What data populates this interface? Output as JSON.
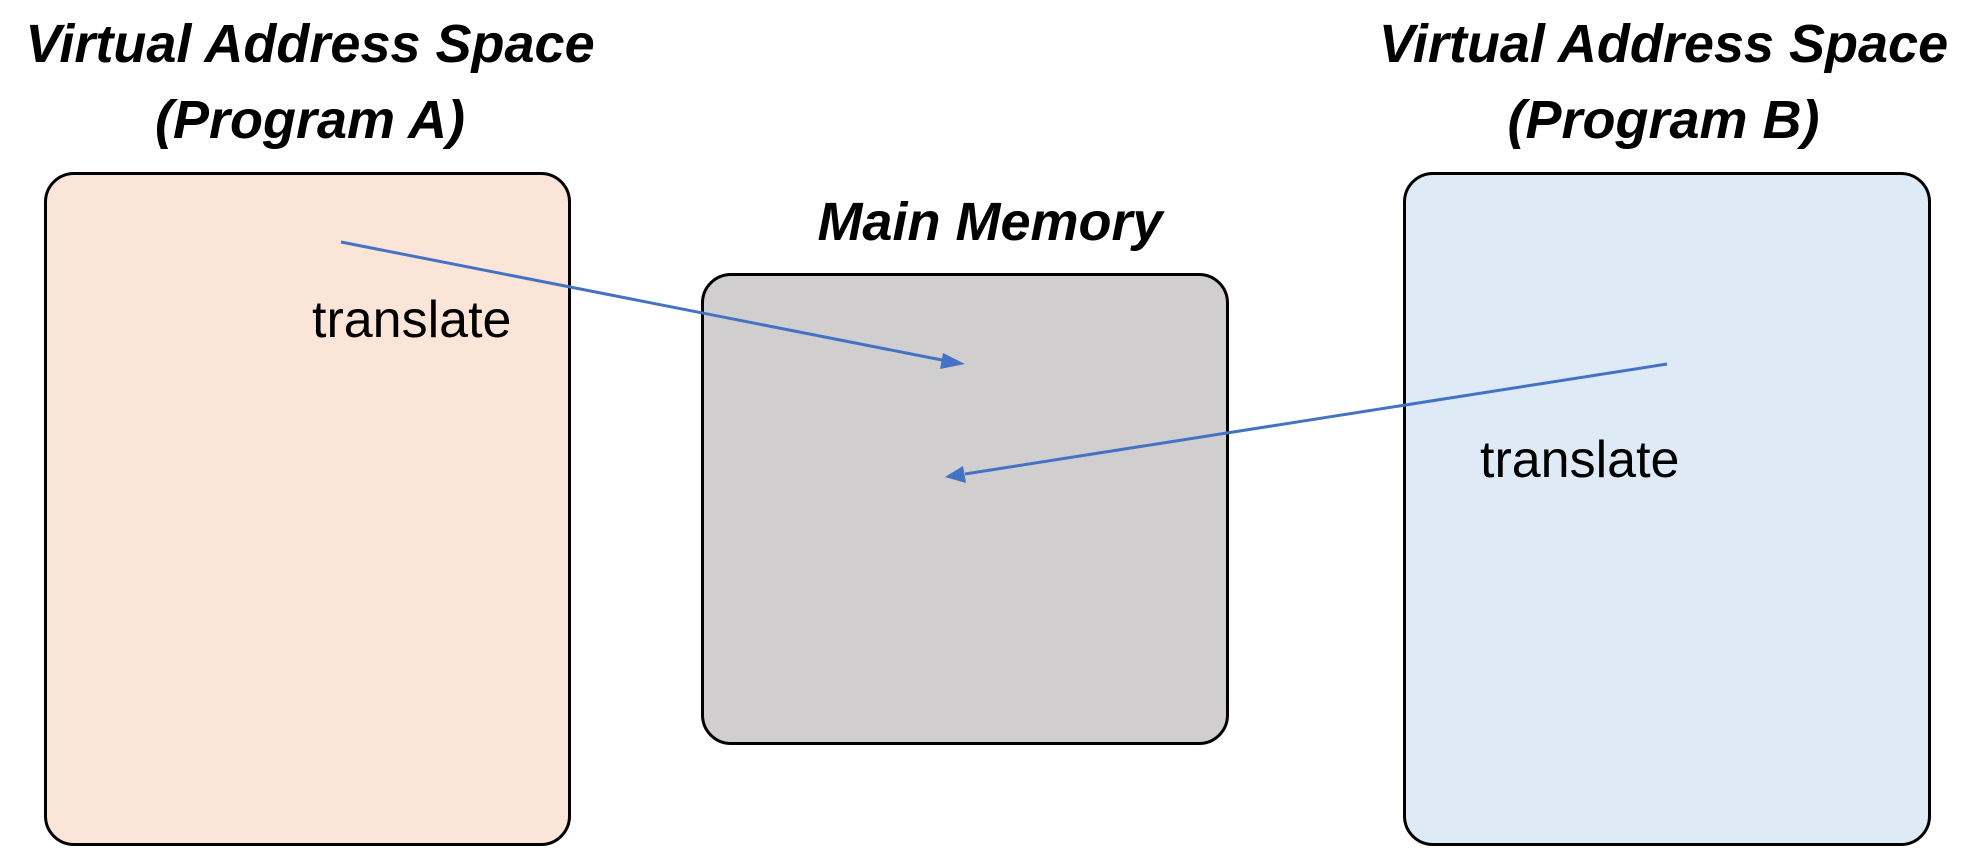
{
  "program_a": {
    "title_line1": "Virtual Address Space",
    "title_line2": "(Program A)",
    "fill_color": "#fae5d8",
    "arrow_label": "translate"
  },
  "main_memory": {
    "title": "Main Memory",
    "fill_color": "#d0cece"
  },
  "program_b": {
    "title_line1": "Virtual Address Space",
    "title_line2": "(Program B)",
    "fill_color": "#deeaf6",
    "arrow_label": "translate"
  },
  "arrow_color": "#4472c4"
}
